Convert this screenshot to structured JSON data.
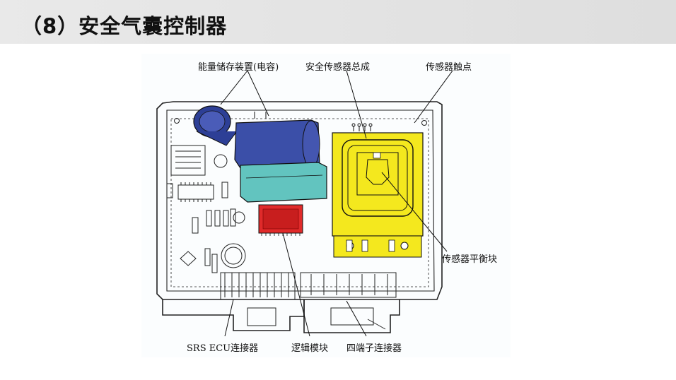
{
  "header": {
    "title": "（8）安全气囊控制器"
  },
  "diagram": {
    "labels": {
      "capacitor": "能量储存装置(电容)",
      "sensor_assembly": "安全传感器总成",
      "sensor_contact": "传感器触点",
      "balance_block": "传感器平衡块",
      "srs_connector": "SRS ECU连接器",
      "logic_module": "逻辑模块",
      "four_pin": "四端子连接器"
    },
    "colors": {
      "capacitor_blue": "#3b4fa8",
      "cap_cylinder": "#2d3f96",
      "teal_block": "#62c4bf",
      "logic_red": "#e02a2a",
      "sensor_yellow": "#f4e81e"
    }
  }
}
